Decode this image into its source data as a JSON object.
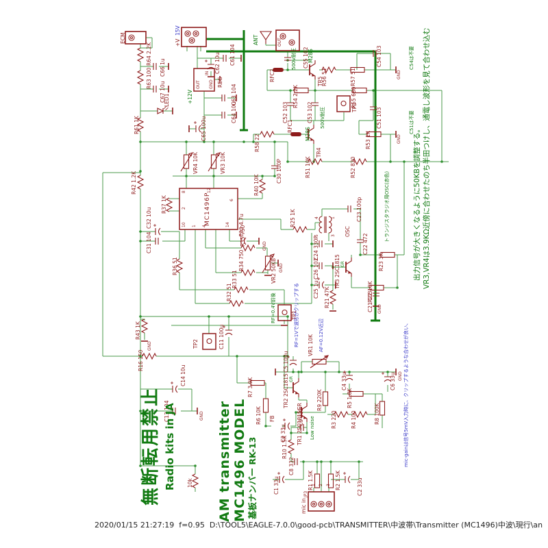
{
  "status_bar": "2020/01/15 21:27:19  f=0.95  D:\\TOOL5\\EAGLE-7.0.0\\good-pcb\\TRANSMITTER\\中波帯\\Transmitter (MC1496)中波\\現行\\an",
  "titles": {
    "stamp": "無断転用禁止",
    "brand": "Radio kits in JA",
    "line1": "AM transmitter",
    "line2": "MC1496 MODEL",
    "line3": "基板ナンバー RK-13"
  },
  "notes": {
    "adjust1": "出力信号が大きくなるように50KBを調整する。",
    "adjust2": "VR3,VR4は3.9KΩ近傍に合わせたのち半田つけし、通電し波形を見て合わせ込む",
    "c54_unused": "C54は不要",
    "c51_unused": "C51は不要",
    "osc_coil": "トランジスタラジオ用OSC(赤色)",
    "hv": "500V耐圧",
    "rf_level": "RF=0.4V前後",
    "rf_clip": "RF=1Vで波形がクリップする",
    "af_level": "AF=0.12V近辺",
    "mic_gain": "mic-gainは信号5mV入力時に、クリップするような合わせが良い、",
    "low_noise": "Low noise",
    "gr": "GR",
    "m28s": "M28S"
  },
  "gnd": "GND",
  "power": {
    "ecm": "ECM",
    "vplus": "+V",
    "v15": "15V",
    "r64": "R64 2.2K",
    "c66": "C66 1u",
    "r63": "R63 100",
    "c67": "C67 10u",
    "r61": "R61 1K",
    "led": "LED1",
    "reg": "REG",
    "reg_in": "IN",
    "reg_out": "OUT",
    "reg_gnd": "GND",
    "v12": "+12V",
    "c61": "C61 104",
    "c62": "C62 10u",
    "c63": "C63 104",
    "c64": "C64 10u",
    "c65": "C65 100u"
  },
  "rf": {
    "ant": "ANT",
    "out": "OUT",
    "c55": "C55 102",
    "rfc2": "RFC2",
    "tr5": "TR5",
    "r56": "R56 51",
    "r57": "R57 51",
    "c54": "C54 103",
    "r54": "R54 2.2K",
    "r55": "R55 680",
    "c52": "C52 103",
    "c53": "C53 102",
    "tp3": "TP3",
    "rfc1": "RFC1",
    "r58": "R58 22",
    "tr4": "TR4",
    "c51": "C51 103",
    "r53": "R53 1K",
    "r51": "R51 10K",
    "r52": "R52 820"
  },
  "mod": {
    "vr4": "VR4 10K",
    "vr3": "VR3 10K",
    "ic": "MC1496P",
    "r42": "R42 1.2K",
    "r37": "R37 1K",
    "r40": "R40 10K",
    "c30": "C30 100P",
    "c32": "C32 10u",
    "c31": "C31 104",
    "c33": "C33 4.7u",
    "r36": "R36 51",
    "r35": "R35 750",
    "r34": "R34 750",
    "vr2": "VR2 50KB",
    "r33": "R33 51",
    "r32": "R32 51",
    "tp1": "TP1",
    "r43": "R43 1K",
    "tp2": "TP2",
    "c11": "C11 100u",
    "r16": "R16 150",
    "c13": "C13 104",
    "c14": "C14 10u",
    "pins": {
      "p8": "8",
      "p12": "12",
      "p6": "6",
      "p2": "2",
      "p10": "10",
      "p1": "1",
      "p4": "4",
      "p14": "14"
    }
  },
  "osc": {
    "r25": "R25 1K",
    "label": "OSC",
    "c23": "C23 100p",
    "c22": "C22 472",
    "tr3": "TR3 2SC1815",
    "r23": "R23 3K",
    "r22": "R22 10K",
    "c21": "C21 103",
    "r21": "R21 47K",
    "c24": "C24 330P",
    "c26": "C26 102",
    "c25": "C25 1u",
    "pins": {
      "p4": "4",
      "p5": "5",
      "p1": "1",
      "p3": "3"
    }
  },
  "audio": {
    "c5": "C5 100u",
    "vr1": "VR1 10K",
    "tr2": "TR2 2SC1815",
    "tr1": "TR1 2SC1815GR",
    "r9": "R9 220K",
    "c4": "C4 33u",
    "r5": "R5 1.8K",
    "r3": "R3 220",
    "r4": "R4 100",
    "r8": "R8 100K",
    "c6": "C6 33u",
    "r7": "R7 3.9K",
    "r6": "R6 10K",
    "fb": "FB",
    "c3": "C3 33u",
    "r10": "R10 1.5K",
    "c9": "C9 332",
    "c8": "C8 332",
    "r_nolabel": "10k",
    "c1": "C1 33u",
    "r1": "R1 1.5K",
    "r2": "R2 1.5K",
    "c2": "C2 33u",
    "jp": "JP3",
    "mic_in": "mic in",
    "pin1": "1",
    "pin2": "2",
    "pin3": "3"
  }
}
